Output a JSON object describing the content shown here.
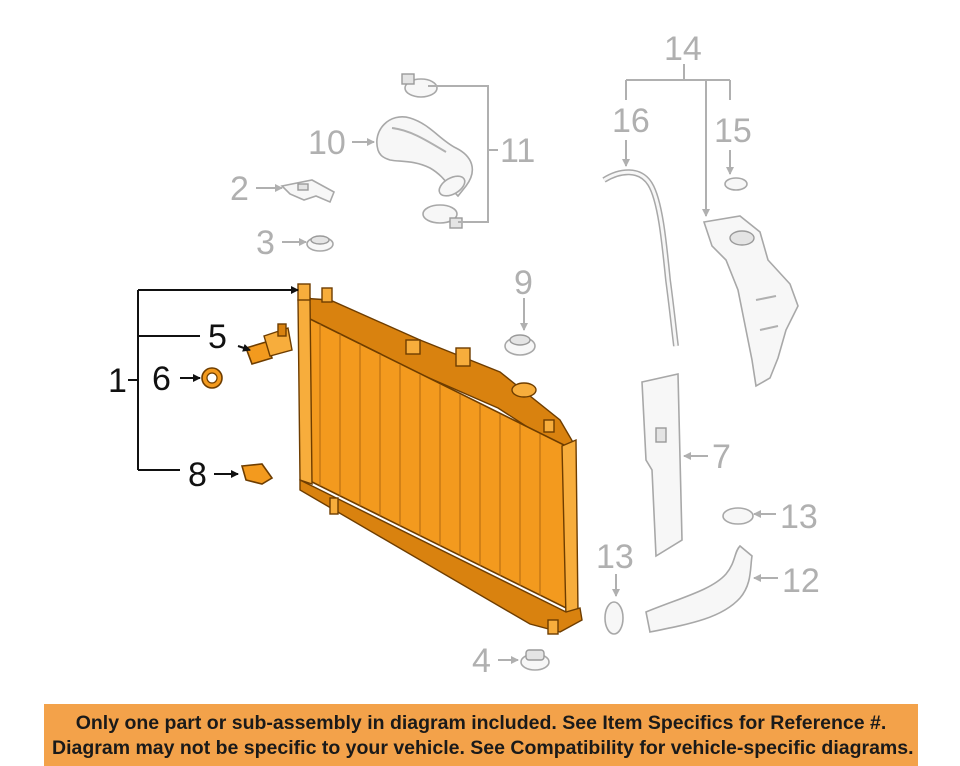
{
  "callouts": {
    "c1": "1",
    "c2": "2",
    "c3": "3",
    "c4": "4",
    "c5": "5",
    "c6": "6",
    "c7": "7",
    "c8": "8",
    "c9": "9",
    "c10": "10",
    "c11": "11",
    "c12": "12",
    "c13_right": "13",
    "c13_bottom": "13",
    "c14": "14",
    "c15": "15",
    "c16": "16"
  },
  "highlighted_parts": [
    "1",
    "5",
    "6",
    "8"
  ],
  "colors": {
    "highlight_part": "#f39a1e",
    "highlight_outline": "#6e3d00",
    "dimmed_part": "#a8a8a8",
    "banner_background": "#f3a24a"
  },
  "disclaimer": {
    "line1": "Only one part or sub-assembly in diagram included. See Item Specifics for Reference #.",
    "line2": "Diagram may not be specific to your vehicle. See Compatibility for vehicle-specific diagrams."
  }
}
